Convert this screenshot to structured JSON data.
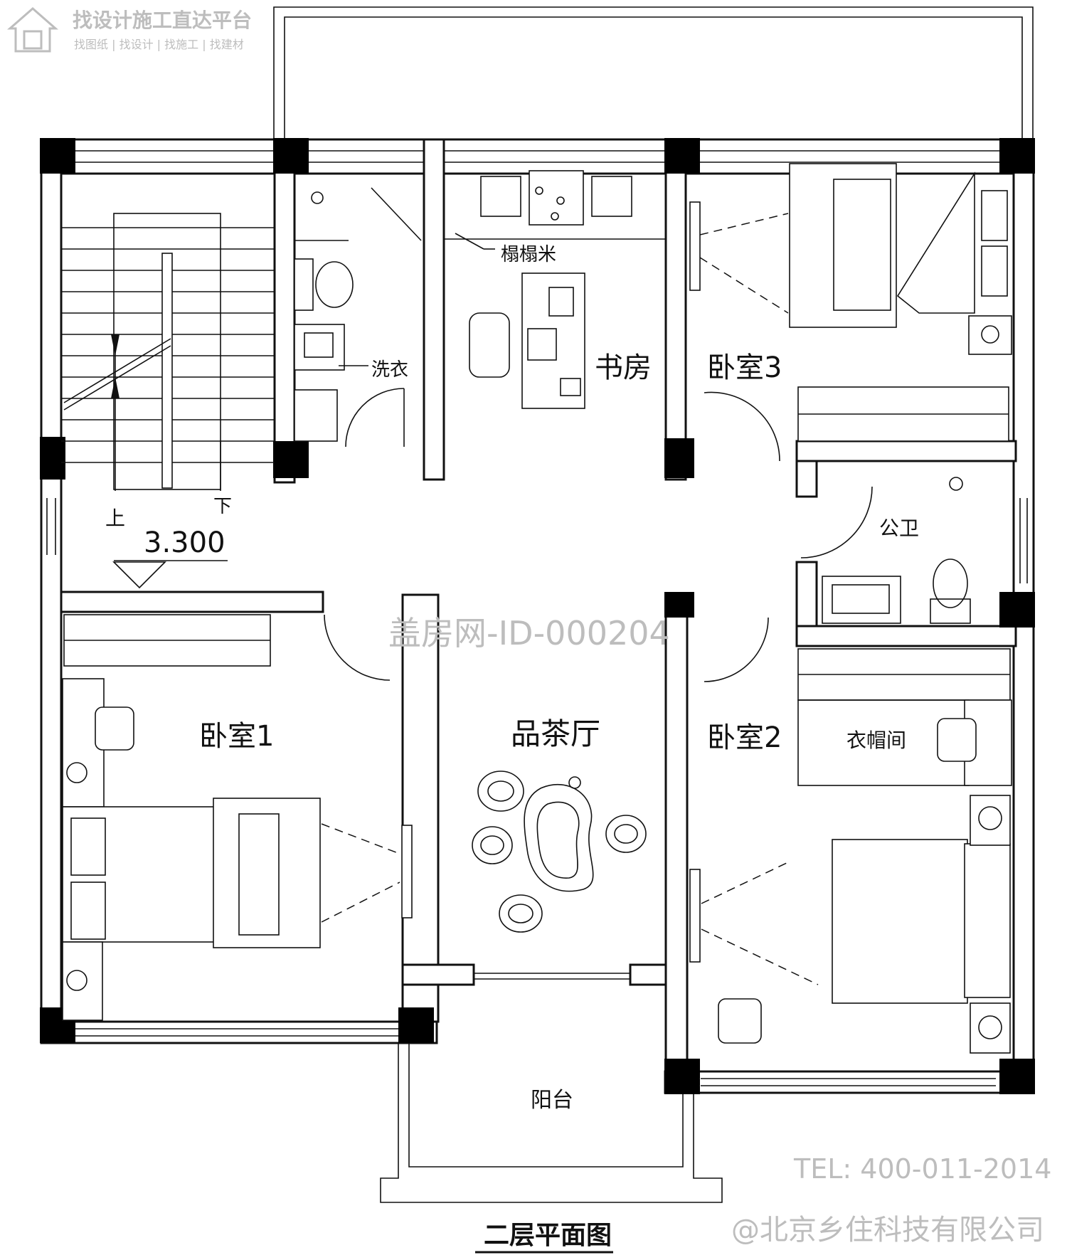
{
  "logo": {
    "title": "找设计施工直达平台",
    "subtitle": "找图纸 | 找设计 | 找施工 | 找建材"
  },
  "rooms": {
    "study": "书房",
    "bedroom3": "卧室3",
    "laundry": "洗衣",
    "tatami": "榻榻米",
    "public_bath": "公卫",
    "bedroom1": "卧室1",
    "tea_room": "品茶厅",
    "bedroom2": "卧室2",
    "cloakroom": "衣帽间",
    "balcony": "阳台"
  },
  "stairs": {
    "up": "上",
    "down": "下",
    "elevation": "3.300"
  },
  "watermark": "盖房网-ID-000204",
  "contact": {
    "tel": "TEL: 400-011-2014",
    "company": "@北京乡住科技有限公司"
  },
  "drawing_title": "二层平面图",
  "colors": {
    "line": "#111111",
    "watermark": "#bdbdbd",
    "background": "#ffffff"
  }
}
